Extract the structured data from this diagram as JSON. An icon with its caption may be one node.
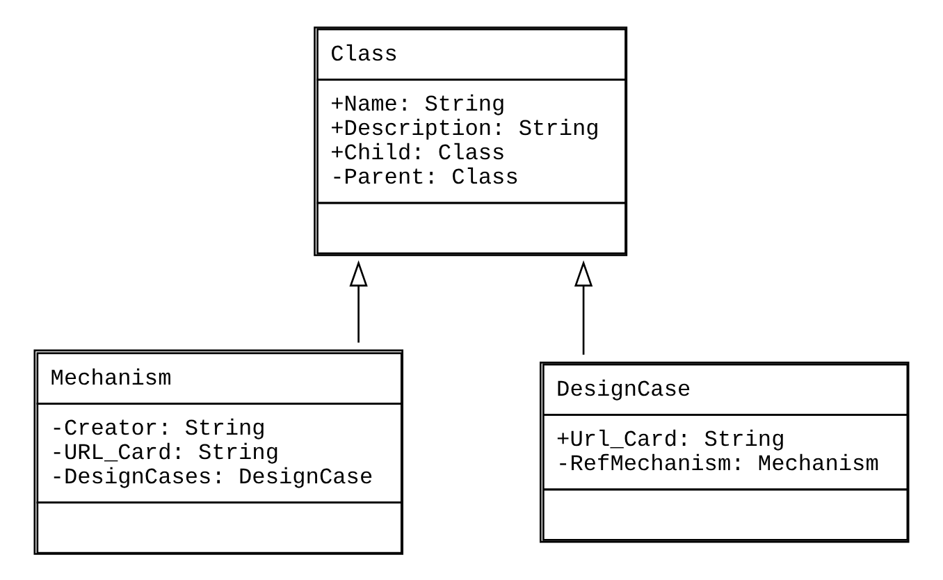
{
  "diagram": {
    "nodes": [
      {
        "text": [
          "Class",
          "+Name: String",
          "+Description: String",
          "+Child: Class",
          "-Parent: Class"
        ]
      },
      {
        "text": [
          "Mechanism",
          "-Creator: String",
          "-URL_Card: String",
          "-DesignCases: DesignCase"
        ]
      },
      {
        "text": [
          "DesignCase",
          "+Url_Card: String",
          "-RefMechanism: Mechanism"
        ]
      }
    ],
    "edges": [
      {
        "from": 1,
        "to": 0,
        "arrow": "to"
      },
      {
        "from": 2,
        "to": 0,
        "arrow": "to"
      }
    ]
  }
}
